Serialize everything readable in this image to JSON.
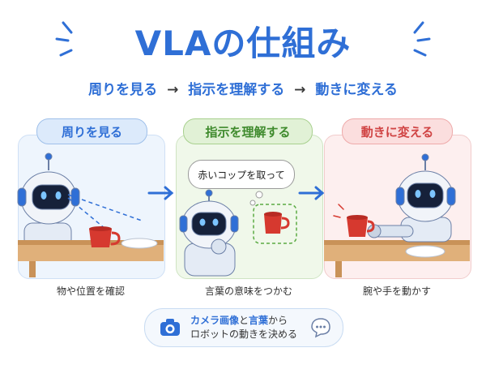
{
  "title": "VLAの仕組み",
  "subtitle": {
    "step1": "周りを見る",
    "arrow": "→",
    "step2": "指示を理解する",
    "step3": "動きに変える"
  },
  "panels": [
    {
      "label": "周りを見る",
      "caption": "物や位置を確認",
      "color": "#2f6fd6"
    },
    {
      "label": "指示を理解する",
      "caption": "言葉の意味をつかむ",
      "color": "#3e8a2c"
    },
    {
      "label": "動きに変える",
      "caption": "腕や手を動かす",
      "color": "#d04444"
    }
  ],
  "thought_bubble": "赤いコップを取って",
  "footer": {
    "part1": "カメラ画像",
    "connector": "と",
    "part2": "言葉",
    "part3": "から",
    "line2": "ロボットの動きを決める"
  },
  "colors": {
    "accent": "#2f6fd6",
    "cup": "#d6392f",
    "table": "#e0b07a"
  }
}
